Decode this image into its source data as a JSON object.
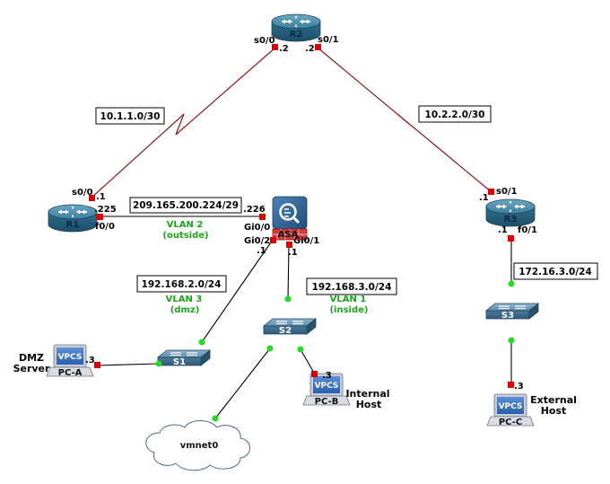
{
  "devices": {
    "r2": "R2",
    "r1": "R1",
    "r3": "R3",
    "asa": "ASA",
    "s1": "S1",
    "s2": "S2",
    "s3": "S3",
    "pca": "PC-A",
    "pcb": "PC-B",
    "pcc": "PC-C",
    "cloud": "vmnet0",
    "vpcs": "VPCS"
  },
  "networks": {
    "r1_r2": "10.1.1.0/30",
    "r2_r3": "10.2.2.0/30",
    "outside": "209.165.200.224/29",
    "dmz": "192.168.2.0/24",
    "inside": "192.168.3.0/24",
    "r3_lan": "172.16.3.0/24"
  },
  "vlans": {
    "v2_name": "VLAN 2",
    "v2_desc": "(outside)",
    "v3_name": "VLAN 3",
    "v3_desc": "(dmz)",
    "v1_name": "VLAN 1",
    "v1_desc": "(inside)"
  },
  "interfaces": {
    "r2_s00": "s0/0",
    "r2_s00_ip": ".2",
    "r2_s01": "s0/1",
    "r2_s01_ip": ".2",
    "r1_s00": "s0/0",
    "r1_s00_ip": ".1",
    "r1_f00_ip": ".225",
    "r1_f00": "f0/0",
    "asa_gi00_ip": ".226",
    "asa_gi00": "Gi0/0",
    "asa_gi02": "Gi0/2",
    "asa_gi02_ip": ".1",
    "asa_gi01": "Gi0/1",
    "asa_gi01_ip": ".1",
    "r3_s01": "s0/1",
    "r3_s01_ip": ".1",
    "r3_f01_ip": ".1",
    "r3_f01": "f0/1",
    "pca_ip": ".3",
    "pcb_ip": ".3",
    "pcc_ip": ".3"
  },
  "hosts": {
    "dmz_l1": "DMZ",
    "dmz_l2": "Server",
    "internal_l1": "Internal",
    "internal_l2": "Host",
    "external_l1": "External",
    "external_l2": "Host"
  },
  "colors": {
    "serial_link": "#8b1a1a",
    "ethernet_link": "#000000",
    "port_down": "#e00000",
    "port_up": "#22dd22",
    "vlan_text": "#1aa51a",
    "router_body": "#2f6f8f",
    "asa_body": "#2a5a8a",
    "vpcs_blue": "#3a72c4"
  }
}
